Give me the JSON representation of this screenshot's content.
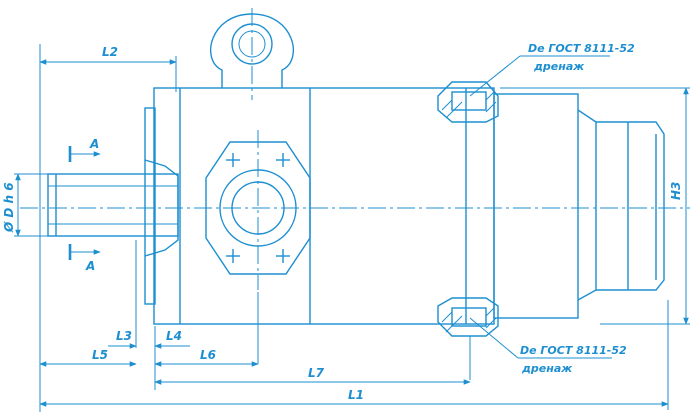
{
  "labels": {
    "l2": "L2",
    "l1": "L1",
    "l3": "L3",
    "l4": "L4",
    "l5": "L5",
    "l6": "L6",
    "l7": "L7",
    "h3": "H3",
    "shaft_diameter": "Ø D h 6",
    "section_a_top": "A",
    "section_a_bottom": "A",
    "port_top_spec": "De ГОСТ 8111-52",
    "port_top_name": "дренаж",
    "port_bottom_spec": "De ГОСТ 8111-52",
    "port_bottom_name": "дренаж"
  },
  "colors": {
    "line": "#1d8fd1",
    "background": "#ffffff"
  }
}
